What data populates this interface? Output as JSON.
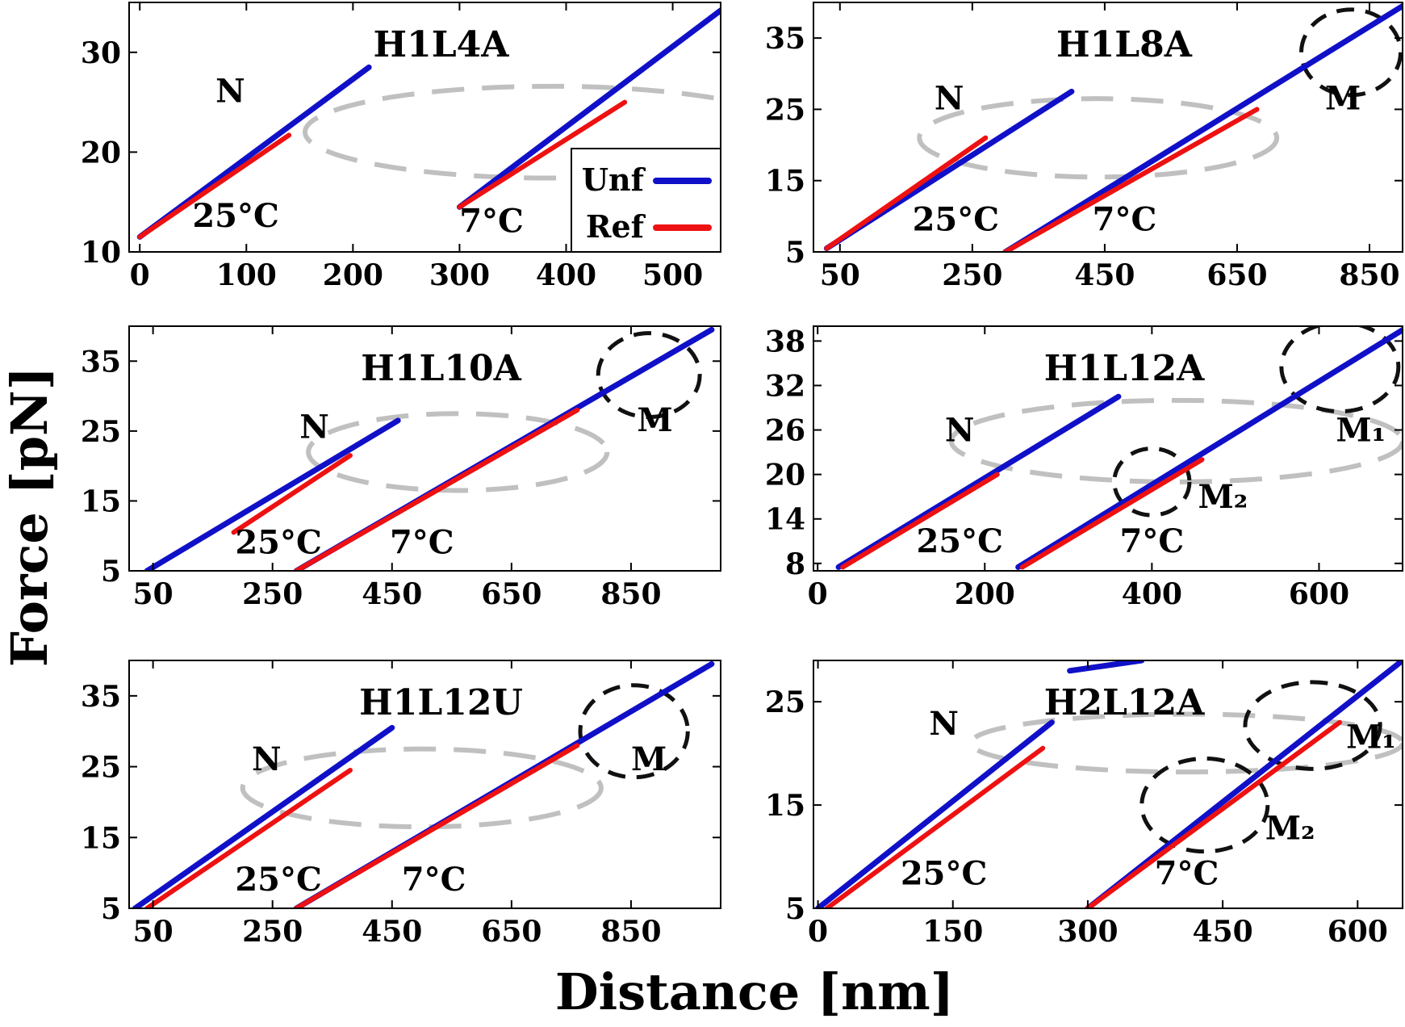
{
  "figure": {
    "ylabel": "Force [pN]",
    "xlabel": "Distance [nm]",
    "legend": {
      "items": [
        {
          "label": "Unf",
          "color": "#1010c8"
        },
        {
          "label": "Ref",
          "color": "#ee1111"
        }
      ]
    }
  },
  "colors": {
    "unfolding": "#1010c8",
    "refolding": "#ee1111",
    "ellipse_gray": "#c0c0c0",
    "ellipse_black": "#111111"
  },
  "chart_data": [
    {
      "type": "line",
      "title": "H1L4A",
      "xlim": [
        -10,
        545
      ],
      "ylim": [
        10,
        35
      ],
      "xticks": [
        0,
        100,
        200,
        300,
        400,
        500
      ],
      "yticks": [
        10,
        20,
        30
      ],
      "series": [
        {
          "name": "Unf",
          "segments": [
            {
              "x": [
                0,
                215
              ],
              "y": [
                11.5,
                28.5
              ]
            },
            {
              "x": [
                300,
                545
              ],
              "y": [
                14.5,
                34.2
              ]
            }
          ]
        },
        {
          "name": "Ref",
          "segments": [
            {
              "x": [
                0,
                140
              ],
              "y": [
                11.5,
                21.7
              ]
            },
            {
              "x": [
                300,
                455
              ],
              "y": [
                14.5,
                25.0
              ]
            }
          ]
        }
      ],
      "annotations": [
        {
          "text": "N",
          "x": 85,
          "y": 25
        },
        {
          "text": "25°C",
          "x": 90,
          "y": 12.5
        },
        {
          "text": "7°C",
          "x": 330,
          "y": 12.0
        }
      ],
      "ellipses": [
        {
          "cx": 385,
          "cy": 22,
          "rx": 230,
          "ry": 4.6,
          "style": "gray"
        }
      ],
      "legend": true
    },
    {
      "type": "line",
      "title": "H1L8A",
      "xlim": [
        10,
        900
      ],
      "ylim": [
        5,
        40
      ],
      "xticks": [
        50,
        250,
        450,
        650,
        850
      ],
      "yticks": [
        5,
        15,
        25,
        35
      ],
      "series": [
        {
          "name": "Unf",
          "segments": [
            {
              "x": [
                30,
                400
              ],
              "y": [
                5.5,
                27.5
              ]
            },
            {
              "x": [
                300,
                900
              ],
              "y": [
                5.0,
                39.5
              ]
            }
          ]
        },
        {
          "name": "Ref",
          "segments": [
            {
              "x": [
                30,
                270
              ],
              "y": [
                5.5,
                21.0
              ]
            },
            {
              "x": [
                300,
                680
              ],
              "y": [
                5.0,
                25.0
              ]
            }
          ]
        }
      ],
      "annotations": [
        {
          "text": "N",
          "x": 215,
          "y": 25
        },
        {
          "text": "25°C",
          "x": 225,
          "y": 8
        },
        {
          "text": "7°C",
          "x": 480,
          "y": 8
        },
        {
          "text": "M",
          "x": 810,
          "y": 25
        }
      ],
      "ellipses": [
        {
          "cx": 440,
          "cy": 21,
          "rx": 270,
          "ry": 5.5,
          "style": "gray"
        },
        {
          "cx": 822,
          "cy": 33,
          "rx": 75,
          "ry": 6,
          "style": "black"
        }
      ],
      "legend": false
    },
    {
      "type": "line",
      "title": "H1L10A",
      "xlim": [
        10,
        1000
      ],
      "ylim": [
        5,
        40
      ],
      "xticks": [
        50,
        250,
        450,
        650,
        850
      ],
      "yticks": [
        5,
        15,
        25,
        35
      ],
      "series": [
        {
          "name": "Unf",
          "segments": [
            {
              "x": [
                40,
                460
              ],
              "y": [
                5.0,
                26.5
              ]
            },
            {
              "x": [
                290,
                985
              ],
              "y": [
                5.0,
                39.5
              ]
            }
          ]
        },
        {
          "name": "Ref",
          "segments": [
            {
              "x": [
                185,
                380
              ],
              "y": [
                10.5,
                21.5
              ]
            },
            {
              "x": [
                290,
                760
              ],
              "y": [
                5.0,
                28.0
              ]
            }
          ]
        }
      ],
      "annotations": [
        {
          "text": "N",
          "x": 320,
          "y": 24
        },
        {
          "text": "25°C",
          "x": 260,
          "y": 7.5
        },
        {
          "text": "7°C",
          "x": 500,
          "y": 7.5
        },
        {
          "text": "M",
          "x": 890,
          "y": 25
        }
      ],
      "ellipses": [
        {
          "cx": 560,
          "cy": 22,
          "rx": 250,
          "ry": 5.5,
          "style": "gray"
        },
        {
          "cx": 880,
          "cy": 33,
          "rx": 85,
          "ry": 6,
          "style": "black"
        }
      ],
      "legend": false
    },
    {
      "type": "line",
      "title": "H1L12A",
      "xlim": [
        -5,
        700
      ],
      "ylim": [
        7,
        40
      ],
      "xticks": [
        0,
        200,
        400,
        600
      ],
      "yticks": [
        8,
        14,
        20,
        26,
        32,
        38
      ],
      "series": [
        {
          "name": "Unf",
          "segments": [
            {
              "x": [
                25,
                360
              ],
              "y": [
                7.5,
                30.5
              ]
            },
            {
              "x": [
                240,
                700
              ],
              "y": [
                7.5,
                39.5
              ]
            }
          ]
        },
        {
          "name": "Ref",
          "segments": [
            {
              "x": [
                30,
                215
              ],
              "y": [
                7.5,
                20.0
              ]
            },
            {
              "x": [
                245,
                460
              ],
              "y": [
                7.5,
                22.0
              ]
            }
          ]
        }
      ],
      "annotations": [
        {
          "text": "N",
          "x": 170,
          "y": 24.5
        },
        {
          "text": "25°C",
          "x": 170,
          "y": 9.5
        },
        {
          "text": "7°C",
          "x": 400,
          "y": 9.5
        },
        {
          "text": "M₁",
          "x": 650,
          "y": 24.5
        },
        {
          "text": "M₂",
          "x": 485,
          "y": 15.5
        }
      ],
      "ellipses": [
        {
          "cx": 430,
          "cy": 24.5,
          "rx": 270,
          "ry": 5.5,
          "style": "gray"
        },
        {
          "cx": 625,
          "cy": 34.5,
          "rx": 70,
          "ry": 6,
          "style": "black"
        },
        {
          "cx": 400,
          "cy": 19,
          "rx": 45,
          "ry": 4.5,
          "style": "black"
        }
      ],
      "legend": false
    },
    {
      "type": "line",
      "title": "H1L12U",
      "xlim": [
        10,
        1000
      ],
      "ylim": [
        5,
        40
      ],
      "xticks": [
        50,
        250,
        450,
        650,
        850
      ],
      "yticks": [
        5,
        15,
        25,
        35
      ],
      "series": [
        {
          "name": "Unf",
          "segments": [
            {
              "x": [
                20,
                450
              ],
              "y": [
                5.0,
                30.5
              ]
            },
            {
              "x": [
                290,
                985
              ],
              "y": [
                5.0,
                39.5
              ]
            }
          ]
        },
        {
          "name": "Ref",
          "segments": [
            {
              "x": [
                40,
                380
              ],
              "y": [
                5.0,
                24.5
              ]
            },
            {
              "x": [
                290,
                760
              ],
              "y": [
                5.0,
                28.0
              ]
            }
          ]
        }
      ],
      "annotations": [
        {
          "text": "N",
          "x": 240,
          "y": 24.5
        },
        {
          "text": "25°C",
          "x": 260,
          "y": 7.5
        },
        {
          "text": "7°C",
          "x": 520,
          "y": 7.5
        },
        {
          "text": "M",
          "x": 880,
          "y": 24.5
        }
      ],
      "ellipses": [
        {
          "cx": 500,
          "cy": 22,
          "rx": 300,
          "ry": 5.5,
          "style": "gray"
        },
        {
          "cx": 855,
          "cy": 30,
          "rx": 90,
          "ry": 6.5,
          "style": "black"
        }
      ],
      "legend": false
    },
    {
      "type": "line",
      "title": "H2L12A",
      "xlim": [
        -5,
        650
      ],
      "ylim": [
        5,
        29
      ],
      "xticks": [
        0,
        150,
        300,
        450,
        600
      ],
      "yticks": [
        5,
        15,
        25
      ],
      "series": [
        {
          "name": "Unf",
          "segments": [
            {
              "x": [
                0,
                260
              ],
              "y": [
                5.0,
                23.0
              ]
            },
            {
              "x": [
                280,
                360
              ],
              "y": [
                28.0,
                29.0
              ]
            },
            {
              "x": [
                300,
                650
              ],
              "y": [
                5.0,
                29.0
              ]
            }
          ]
        },
        {
          "name": "Ref",
          "segments": [
            {
              "x": [
                10,
                250
              ],
              "y": [
                5.0,
                20.5
              ]
            },
            {
              "x": [
                300,
                580
              ],
              "y": [
                5.0,
                23.0
              ]
            }
          ]
        }
      ],
      "annotations": [
        {
          "text": "N",
          "x": 140,
          "y": 21.8
        },
        {
          "text": "25°C",
          "x": 140,
          "y": 7.3
        },
        {
          "text": "7°C",
          "x": 410,
          "y": 7.3
        },
        {
          "text": "M₁",
          "x": 615,
          "y": 20.5
        },
        {
          "text": "M₂",
          "x": 525,
          "y": 11.7
        }
      ],
      "ellipses": [
        {
          "cx": 410,
          "cy": 21,
          "rx": 240,
          "ry": 2.8,
          "style": "gray"
        },
        {
          "cx": 550,
          "cy": 22.7,
          "rx": 75,
          "ry": 4.2,
          "style": "black"
        },
        {
          "cx": 430,
          "cy": 15,
          "rx": 70,
          "ry": 4.5,
          "style": "black"
        }
      ],
      "legend": false
    }
  ]
}
